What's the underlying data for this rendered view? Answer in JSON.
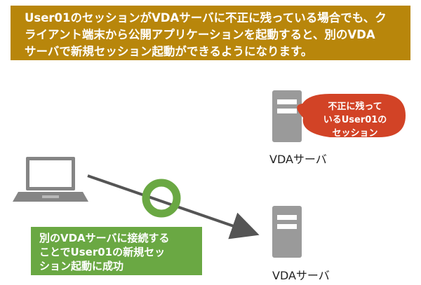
{
  "banner": {
    "lines": [
      "User01のセッションがVDAサーバに不正に残っている場合でも、ク",
      "ライアント端末から公開アプリケーションを起動すると、別のVDA",
      "サーバで新規セッション起動ができるようになります。"
    ]
  },
  "servers": {
    "top_label": "VDAサーバ",
    "bottom_label": "VDAサーバ"
  },
  "callout": {
    "lines": [
      "不正に残って",
      "いるUser01の",
      "セッション"
    ]
  },
  "success_box": {
    "lines": [
      "別のVDAサーバに接続する",
      "ことでUser01の新規セッ",
      "ション起動に成功"
    ]
  },
  "colors": {
    "banner": "#b8860b",
    "callout": "#d24326",
    "success": "#6aa843",
    "server": "#9a9a9a",
    "laptop": "#858585",
    "arrow": "#555555"
  }
}
